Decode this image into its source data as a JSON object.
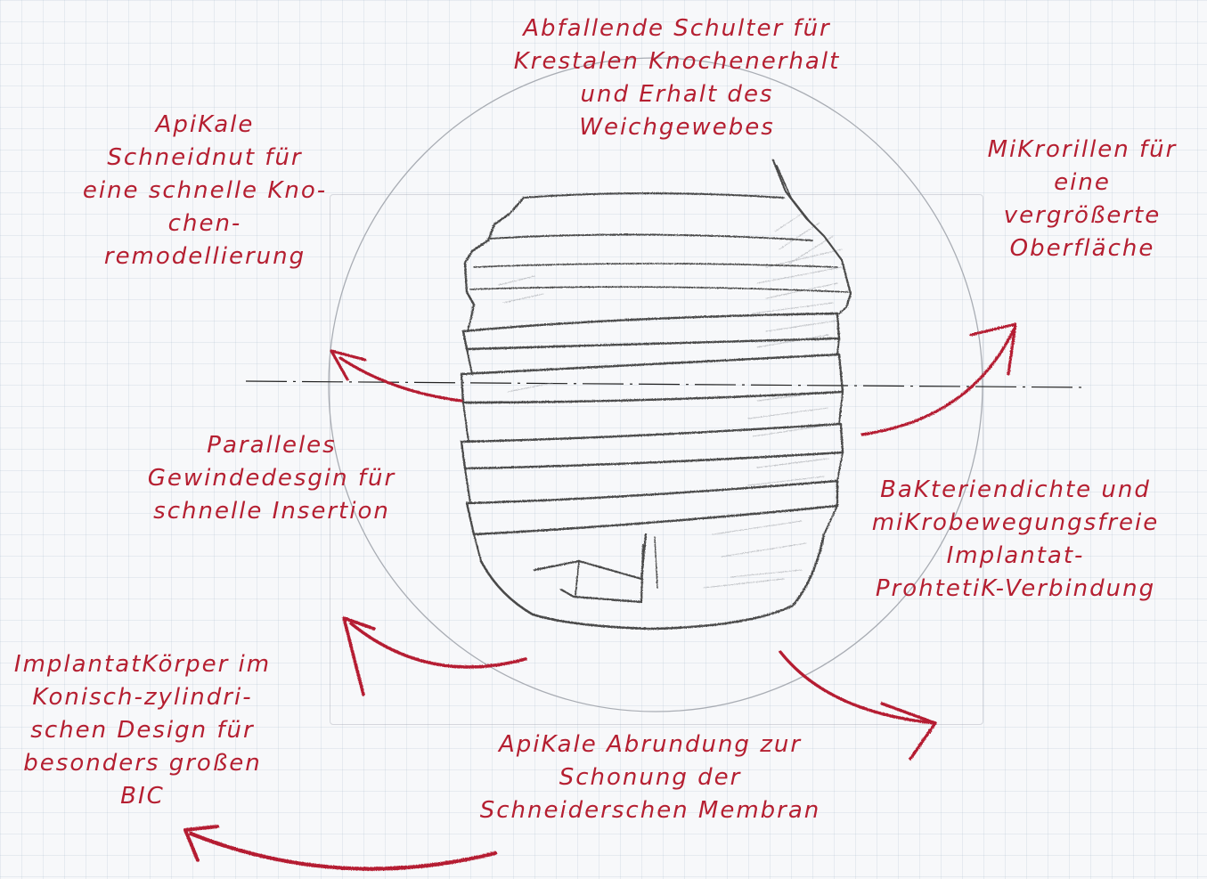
{
  "annotations": {
    "shoulder": "Abfallende Schulter für\nKrestalen Knochenerhalt\nund Erhalt des\nWeichgewebes",
    "apical_groove": "ApiKale\nSchneidnut für\neine schnelle Kno-\nchen-\nremodellierung",
    "microgrooves": "MiKrorillen für\neine vergrößerte\nOberfläche",
    "parallel_thread": "Paralleles\nGewindedesgin für\nschnelle Insertion",
    "bacteria_seal": "BaKteriendichte und\nmiKrobewegungsfreie\nImplantat-\nProhtetiK-Verbindung",
    "implant_body": "ImplantatKörper im\nKonisch-zylindri-\nschen Design für\nbesonders großen\nBIC",
    "apical_rounding": "ApiKale Abrundung zur\nSchonung der\nSchneiderschen Membran"
  },
  "colors": {
    "annotation": "#b51f31",
    "pencil": "#4a4a4a",
    "background": "#f7f8fa",
    "grid": "#aab9cd"
  }
}
